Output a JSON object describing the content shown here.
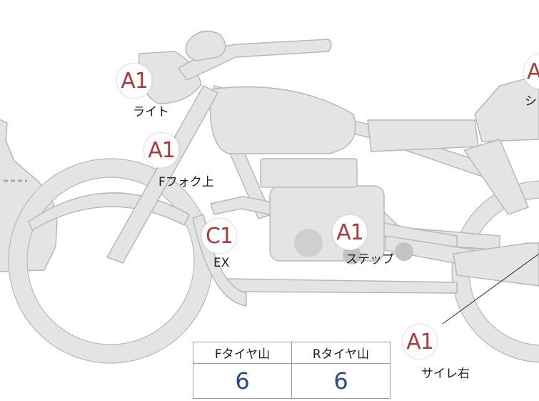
{
  "colors": {
    "bike_fill": "#e4e4e4",
    "bike_outline": "#b8b8b8",
    "grade_text": "#b03a3a",
    "tread_value": "#2b4790"
  },
  "markers": [
    {
      "id": "light",
      "grade": "A1",
      "label": "ライト"
    },
    {
      "id": "front-fork-top",
      "grade": "A1",
      "label": "Fフォク上"
    },
    {
      "id": "exhaust",
      "grade": "C1",
      "label": "EX"
    },
    {
      "id": "step",
      "grade": "A1",
      "label": "ステップ"
    },
    {
      "id": "silencer-right",
      "grade": "A1",
      "label": "サイレ右"
    },
    {
      "id": "seat",
      "grade": "A",
      "label": "シ"
    }
  ],
  "tread_table": {
    "headers": [
      "Fタイヤ山",
      "Rタイヤ山"
    ],
    "values": [
      "6",
      "6"
    ]
  }
}
